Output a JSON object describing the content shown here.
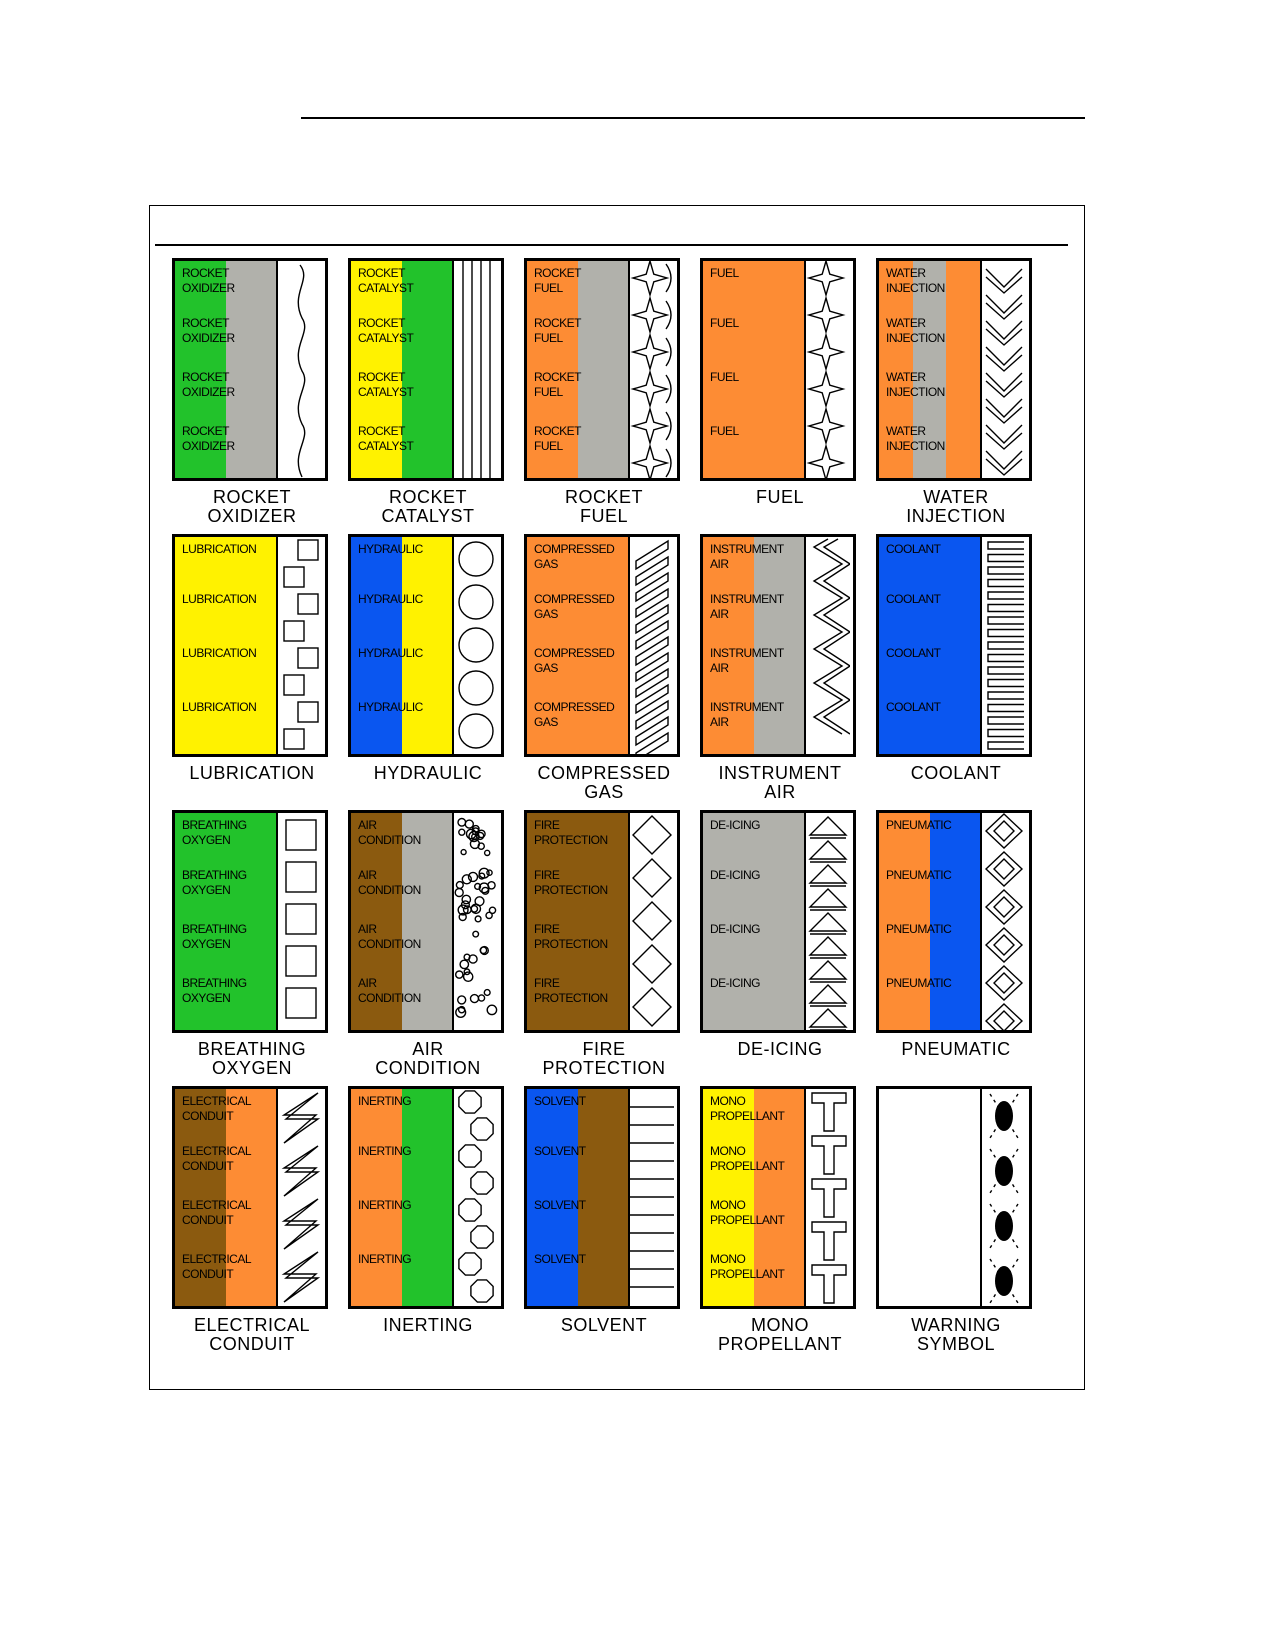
{
  "page": {
    "top_rule": "",
    "frame_header": ""
  },
  "colors": {
    "green": "#22c22b",
    "gray": "#b1b1ab",
    "yellow": "#fff200",
    "orange": "#fd8c34",
    "blue": "#0a56f0",
    "brown": "#8b5a0f",
    "white": "#ffffff"
  },
  "symbols": [
    {
      "caption": "ROCKET\nOXIDIZER",
      "band_label": "ROCKET\nOXIDIZER",
      "colors": [
        "green",
        "gray"
      ],
      "pattern": "wavy-line"
    },
    {
      "caption": "ROCKET\nCATALYST",
      "band_label": "ROCKET\nCATALYST",
      "colors": [
        "yellow",
        "green"
      ],
      "pattern": "vertical-lines"
    },
    {
      "caption": "ROCKET\nFUEL",
      "band_label": "ROCKET\nFUEL",
      "colors": [
        "orange",
        "gray"
      ],
      "pattern": "star-crescent"
    },
    {
      "caption": "FUEL",
      "band_label": "FUEL",
      "colors": [
        "orange"
      ],
      "pattern": "stars"
    },
    {
      "caption": "WATER\nINJECTION",
      "band_label": "WATER\nINJECTION",
      "colors": [
        "orange",
        "gray",
        "orange"
      ],
      "pattern": "chevrons"
    },
    {
      "caption": "LUBRICATION",
      "band_label": "LUBRICATION",
      "colors": [
        "yellow"
      ],
      "pattern": "squares-staggered"
    },
    {
      "caption": "HYDRAULIC",
      "band_label": "HYDRAULIC",
      "colors": [
        "blue",
        "yellow"
      ],
      "pattern": "circles"
    },
    {
      "caption": "COMPRESSED\nGAS",
      "band_label": "COMPRESSED\nGAS",
      "colors": [
        "orange"
      ],
      "pattern": "slanted-bars"
    },
    {
      "caption": "INSTRUMENT\nAIR",
      "band_label": "INSTRUMENT\nAIR",
      "colors": [
        "orange",
        "gray"
      ],
      "pattern": "zigzag"
    },
    {
      "caption": "COOLANT",
      "band_label": "COOLANT",
      "colors": [
        "blue"
      ],
      "pattern": "serpentine"
    },
    {
      "caption": "BREATHING\nOXYGEN",
      "band_label": "BREATHING\nOXYGEN",
      "colors": [
        "green"
      ],
      "pattern": "squares"
    },
    {
      "caption": "AIR\nCONDITION",
      "band_label": "AIR\nCONDITION",
      "colors": [
        "brown",
        "gray"
      ],
      "pattern": "pebbles"
    },
    {
      "caption": "FIRE\nPROTECTION",
      "band_label": "FIRE\nPROTECTION",
      "colors": [
        "brown"
      ],
      "pattern": "diamonds"
    },
    {
      "caption": "DE-ICING",
      "band_label": "DE-ICING",
      "colors": [
        "gray"
      ],
      "pattern": "triangles"
    },
    {
      "caption": "PNEUMATIC",
      "band_label": "PNEUMATIC",
      "colors": [
        "orange",
        "blue"
      ],
      "pattern": "diamond-lattice"
    },
    {
      "caption": "ELECTRICAL\nCONDUIT",
      "band_label": "ELECTRICAL\nCONDUIT",
      "colors": [
        "brown",
        "orange"
      ],
      "pattern": "lightning"
    },
    {
      "caption": "INERTING",
      "band_label": "INERTING",
      "colors": [
        "orange",
        "green"
      ],
      "pattern": "octagons"
    },
    {
      "caption": "SOLVENT",
      "band_label": "SOLVENT",
      "colors": [
        "blue",
        "brown"
      ],
      "pattern": "horizontal-lines"
    },
    {
      "caption": "MONO\nPROPELLANT",
      "band_label": "MONO\nPROPELLANT",
      "colors": [
        "yellow",
        "orange"
      ],
      "pattern": "tees"
    },
    {
      "caption": "WARNING\nSYMBOL",
      "band_label": "",
      "colors": [
        "white"
      ],
      "pattern": "skulls"
    }
  ]
}
